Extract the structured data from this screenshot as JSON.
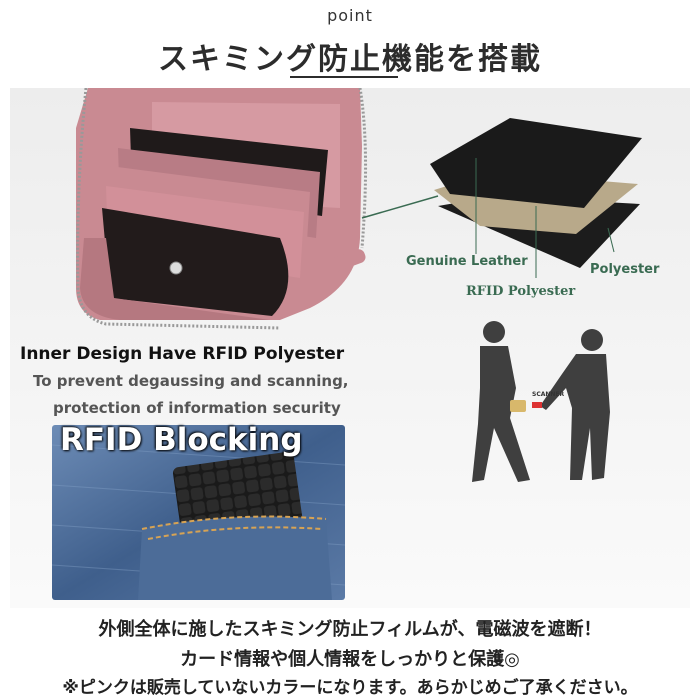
{
  "header": {
    "point_label": "point",
    "title": "スキミング防止機能を搭載"
  },
  "illustration": {
    "layers": {
      "genuine_leather": "Genuine Leather",
      "rfid_polyester": "RFID  Polyester",
      "polyester": "Polyester"
    },
    "scanner_label": "SCANNER",
    "inner_title": "Inner Design Have RFID Polyester",
    "inner_sub_1": "To prevent degaussing and scanning,",
    "inner_sub_2": "protection of information security",
    "rfid_blocking": "RFID Blocking"
  },
  "footer": {
    "line1": "外側全体に施したスキミング防止フィルムが、電磁波を遮断！",
    "line2": "カード情報や個人情報をしっかりと保護◎",
    "line3": "※ピンクは販売していないカラーになります。あらかじめご了承ください。"
  },
  "colors": {
    "wallet_pink": "#c98a92",
    "leather_black": "#1c1c1c",
    "rfid_tan": "#b8a98a",
    "label_green": "#3a6b52",
    "denim_blue": "#4d6e9a",
    "silhouette": "#3f3f3f"
  }
}
